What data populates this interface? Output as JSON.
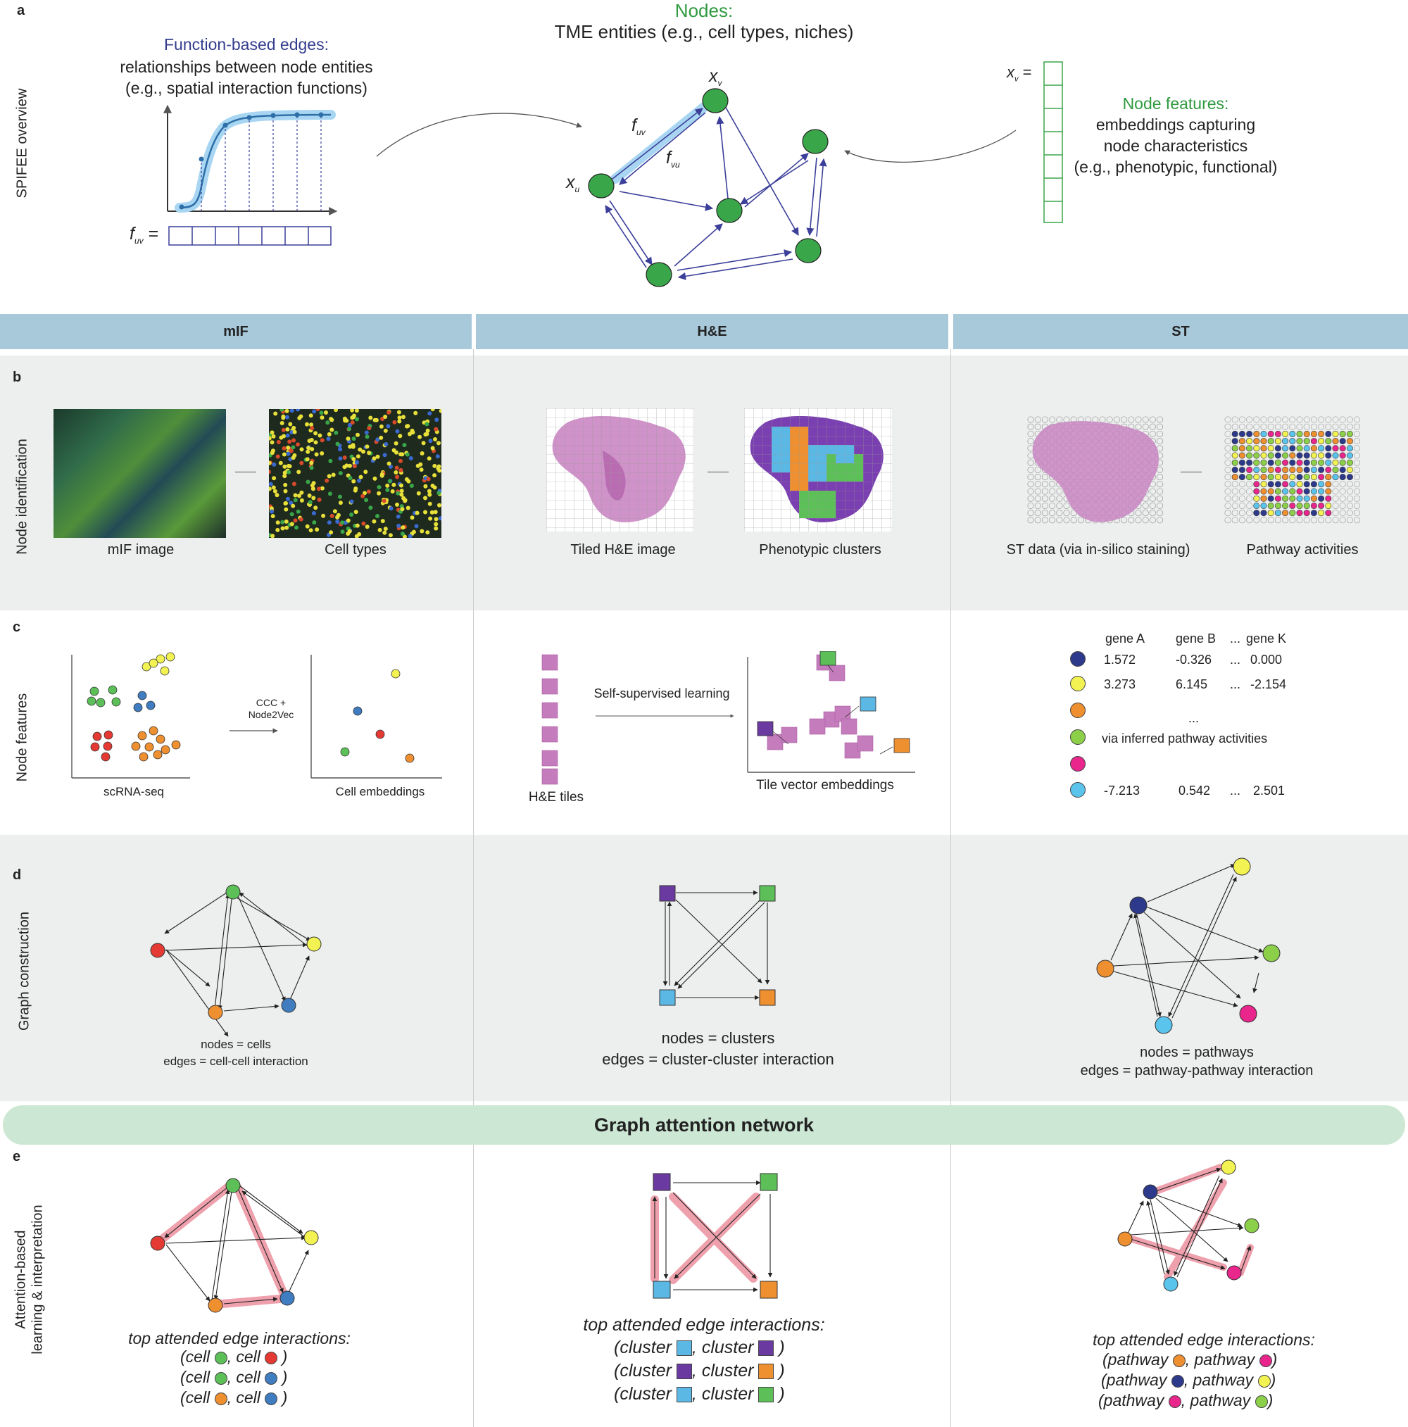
{
  "panel_a": {
    "letter": "a",
    "side_label": "SPIFEE overview",
    "nodes_title": "Nodes:",
    "nodes_desc": "TME entities (e.g., cell types, niches)",
    "edges_title": "Function-based edges:",
    "edges_desc1": "relationships between node entities",
    "edges_desc2": "(e.g., spatial interaction functions)",
    "features_title": "Node features:",
    "features_desc1": "embeddings capturing",
    "features_desc2": "node characteristics",
    "features_desc3": "(e.g., phenotypic, functional)",
    "f_label": "f",
    "f_sub": "uv",
    "eq": "=",
    "xv": "x",
    "xv_sub": "v",
    "xu": "x",
    "xu_sub": "u",
    "fuv": "f",
    "fuv_sub": "uv",
    "fvu": "f",
    "fvu_sub": "vu",
    "node_color": "#3aa64a",
    "edge_color": "#3b3f99",
    "highlight_color": "#8cc8ea"
  },
  "columns": {
    "mif": "mIF",
    "he": "H&E",
    "st": "ST"
  },
  "panel_b": {
    "letter": "b",
    "side_label": "Node identification",
    "mif_image": "mIF image",
    "cell_types": "Cell types",
    "tiled_he": "Tiled H&E image",
    "pheno_clusters": "Phenotypic clusters",
    "st_data": "ST data (via in-silico staining)",
    "pathway_activities": "Pathway activities"
  },
  "panel_c": {
    "letter": "c",
    "side_label": "Node features",
    "ccc1": "CCC +",
    "ccc2": "Node2Vec",
    "scrna": "scRNA-seq",
    "cell_emb": "Cell embeddings",
    "ssl": "Self-supervised learning",
    "he_tiles": "H&E tiles",
    "tile_emb": "Tile vector embeddings",
    "table": {
      "headers": [
        "gene A",
        "gene B",
        "...",
        "gene K"
      ],
      "rows": [
        {
          "color": "#2d3a8c",
          "values": [
            "1.572",
            "-0.326",
            "...",
            "0.000"
          ]
        },
        {
          "color": "#f2f252",
          "values": [
            "3.273",
            "6.145",
            "...",
            "-2.154"
          ]
        },
        {
          "color": "#ee8f30",
          "values": [
            "",
            "",
            "",
            ""
          ]
        },
        {
          "color": "#8cd04a",
          "values": [
            "",
            "",
            "",
            ""
          ]
        },
        {
          "color": "#e8268c",
          "values": [
            "",
            "",
            "",
            ""
          ]
        },
        {
          "color": "#5bc4ec",
          "values": [
            "-7.213",
            "0.542",
            "...",
            "2.501"
          ]
        }
      ],
      "dots": "...",
      "via": "via inferred pathway activities"
    }
  },
  "panel_d": {
    "letter": "d",
    "side_label": "Graph construction",
    "mif_nodes": "nodes = cells",
    "mif_edges": "edges = cell-cell interaction",
    "he_nodes": "nodes = clusters",
    "he_edges": "edges = cluster-cluster interaction",
    "st_nodes": "nodes = pathways",
    "st_edges": "edges = pathway-pathway interaction"
  },
  "gat_banner": "Graph attention network",
  "panel_e": {
    "letter": "e",
    "side_label1": "Attention-based",
    "side_label2": "learning & interpretation",
    "top_title": "top attended edge interactions:",
    "mif_rows": [
      {
        "a": "(cell",
        "b": ", cell",
        "end": ")",
        "ca": "#5cbf58",
        "cb": "#e43a33"
      },
      {
        "a": "(cell",
        "b": ", cell",
        "end": ")",
        "ca": "#5cbf58",
        "cb": "#3f7cc0"
      },
      {
        "a": "(cell",
        "b": ", cell",
        "end": ")",
        "ca": "#ee8f30",
        "cb": "#3f7cc0"
      }
    ],
    "he_rows": [
      {
        "a": "(cluster",
        "b": ", cluster",
        "end": ")",
        "ca": "#5bb8e4",
        "cb": "#6a3aa0"
      },
      {
        "a": "(cluster",
        "b": ", cluster",
        "end": ")",
        "ca": "#6a3aa0",
        "cb": "#ee8f30"
      },
      {
        "a": "(cluster",
        "b": ", cluster",
        "end": ")",
        "ca": "#5bb8e4",
        "cb": "#5cbf58"
      }
    ],
    "st_rows": [
      {
        "a": "(pathway",
        "b": ", pathway",
        "end": ")",
        "ca": "#ee8f30",
        "cb": "#e8268c"
      },
      {
        "a": "(pathway",
        "b": ", pathway",
        "end": ")",
        "ca": "#2d3a8c",
        "cb": "#f2f252"
      },
      {
        "a": "(pathway",
        "b": ", pathway",
        "end": ")",
        "ca": "#e8268c",
        "cb": "#8cd04a"
      }
    ]
  }
}
